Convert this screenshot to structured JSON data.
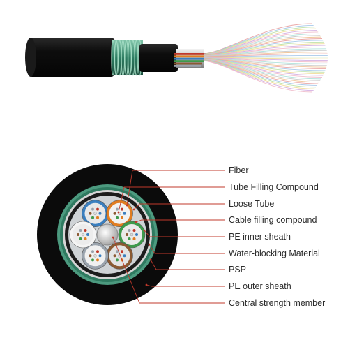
{
  "legend": {
    "items": [
      {
        "key": "fiber",
        "label": "Fiber"
      },
      {
        "key": "tube-filling-compound",
        "label": "Tube Filling Compound"
      },
      {
        "key": "loose-tube",
        "label": "Loose Tube"
      },
      {
        "key": "cable-filling-compound",
        "label": "Cable filling compound"
      },
      {
        "key": "pe-inner-sheath",
        "label": "PE inner sheath"
      },
      {
        "key": "water-blocking-material",
        "label": "Water-blocking Material"
      },
      {
        "key": "psp",
        "label": "PSP"
      },
      {
        "key": "pe-outer-sheath",
        "label": "PE outer sheath"
      },
      {
        "key": "central-strength-member",
        "label": "Central strength member"
      }
    ]
  },
  "colors": {
    "leader": "#c0392b",
    "outer_sheath": "#111111",
    "armor_green": "#3f8f74",
    "inner_sheath": "#1c1c1c",
    "filling": "#d8d8d8",
    "central_member": "#e6e6e6",
    "tube_blue": "#3b7fbf",
    "tube_orange": "#e07d22",
    "tube_green": "#3e9a4c",
    "tube_brown": "#8b5a33",
    "tube_slate": "#9aa3ad",
    "tube_white": "#f4f4f4"
  },
  "loose_tubes": [
    {
      "name": "blue",
      "color": "#3b7fbf"
    },
    {
      "name": "orange",
      "color": "#e07d22"
    },
    {
      "name": "green",
      "color": "#3e9a4c"
    },
    {
      "name": "brown",
      "color": "#8b5a33"
    },
    {
      "name": "slate",
      "color": "#9aa3ad"
    },
    {
      "name": "white",
      "color": "#f4f4f4"
    }
  ]
}
